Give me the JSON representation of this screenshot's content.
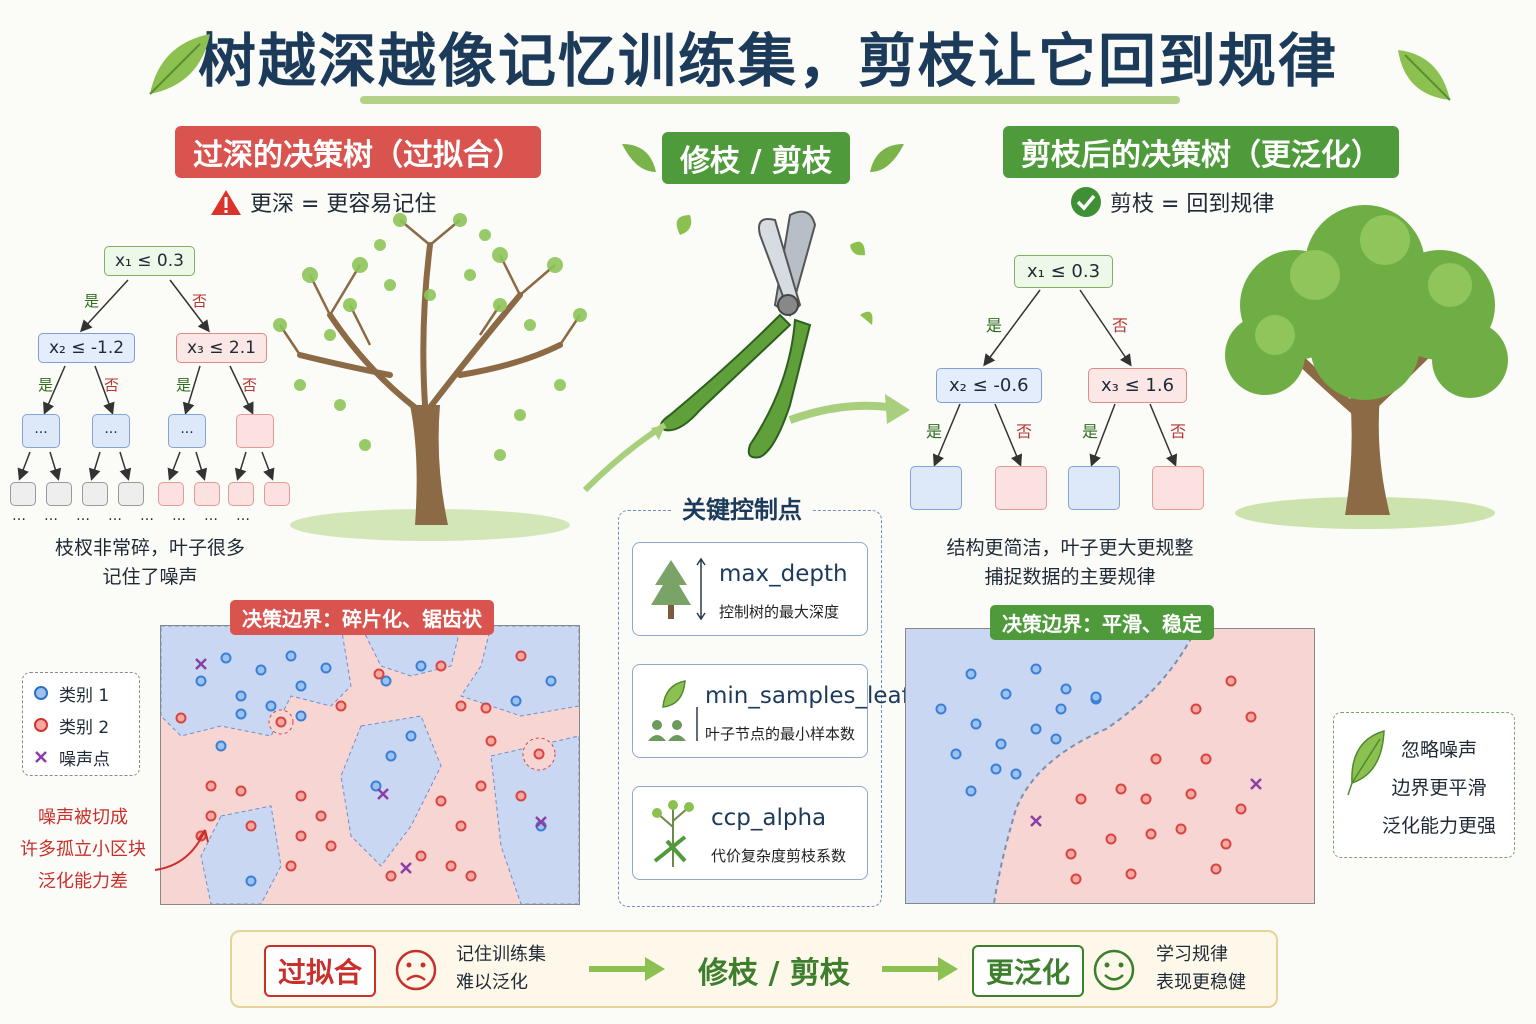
{
  "title": "树越深越像记忆训练集，剪枝让它回到规律",
  "left": {
    "banner": "过深的决策树（过拟合）",
    "subtitle": "更深 = 更容易记住",
    "root": "x₁ ≤ 0.3",
    "node_left": "x₂ ≤ -1.2",
    "node_right": "x₃ ≤ 2.1",
    "yes": "是",
    "no": "否",
    "ellipsis": "...",
    "dots": "…",
    "caption1": "枝杈非常碎，叶子很多",
    "caption2": "记住了噪声",
    "boundary_tag": "决策边界：碎片化、锯齿状",
    "note1": "噪声被切成",
    "note2": "许多孤立小区块",
    "note3": "泛化能力差"
  },
  "legend": {
    "class1": "类别 1",
    "class2": "类别 2",
    "noise": "噪声点"
  },
  "middle": {
    "banner": "修枝 / 剪枝",
    "controls_title": "关键控制点",
    "controls": [
      {
        "name": "max_depth",
        "desc": "控制树的最大深度"
      },
      {
        "name": "min_samples_leaf",
        "desc": "叶子节点的最小样本数"
      },
      {
        "name": "ccp_alpha",
        "desc": "代价复杂度剪枝系数"
      }
    ]
  },
  "right": {
    "banner": "剪枝后的决策树（更泛化）",
    "subtitle": "剪枝 = 回到规律",
    "root": "x₁ ≤ 0.3",
    "node_left": "x₂ ≤ -0.6",
    "node_right": "x₃ ≤ 1.6",
    "yes": "是",
    "no": "否",
    "caption1": "结构更简洁，叶子更大更规整",
    "caption2": "捕捉数据的主要规律",
    "boundary_tag": "决策边界：平滑、稳定",
    "note1": "忽略噪声",
    "note2": "边界更平滑",
    "note3": "泛化能力更强"
  },
  "bottom": {
    "overfit": "过拟合",
    "overfit_desc1": "记住训练集",
    "overfit_desc2": "难以泛化",
    "prune": "修枝 / 剪枝",
    "general": "更泛化",
    "general_desc1": "学习规律",
    "general_desc2": "表现更稳健"
  },
  "colors": {
    "red_banner": "#d9534f",
    "green_banner": "#4f9a3a",
    "blue_point": "#3b7fd6",
    "red_point": "#d8453f",
    "noise_point": "#8a3fa6"
  }
}
